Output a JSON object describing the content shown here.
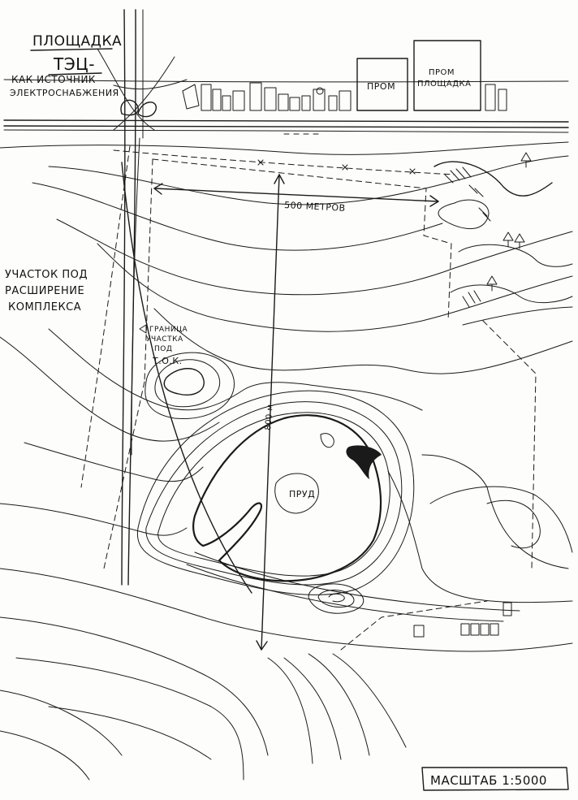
{
  "labels": {
    "title_line1": "ПЛОЩАДКА",
    "title_line2": "ТЭЦ-",
    "title_line3": "КАК ИСТОЧНИК",
    "title_line4": "ЭЛЕКТРОСНАБЖЕНИЯ",
    "prom": "ПРОМ",
    "prom_area_1": "ПРОМ",
    "prom_area_2": "ПЛОЩАДКА",
    "distance_h": "500 МЕТРОВ",
    "distance_v": "800 м",
    "expansion_1": "УЧАСТОК ПОД",
    "expansion_2": "РАСШИРЕНИЕ",
    "expansion_3": "КОМПЛЕКСА",
    "boundary_1": "ГРАНИЦА",
    "boundary_2": "УЧАСТКА",
    "boundary_3": "ПОД",
    "boundary_4": "Т.О.К.",
    "pond": "ПРУД",
    "scale": "МАСШТАБ 1:5000"
  },
  "colors": {
    "ink": "#1a1a1a",
    "paper": "#fdfdfb"
  },
  "icons": [
    "tree-icon",
    "tree-icon",
    "tree-icon",
    "tree-icon"
  ]
}
